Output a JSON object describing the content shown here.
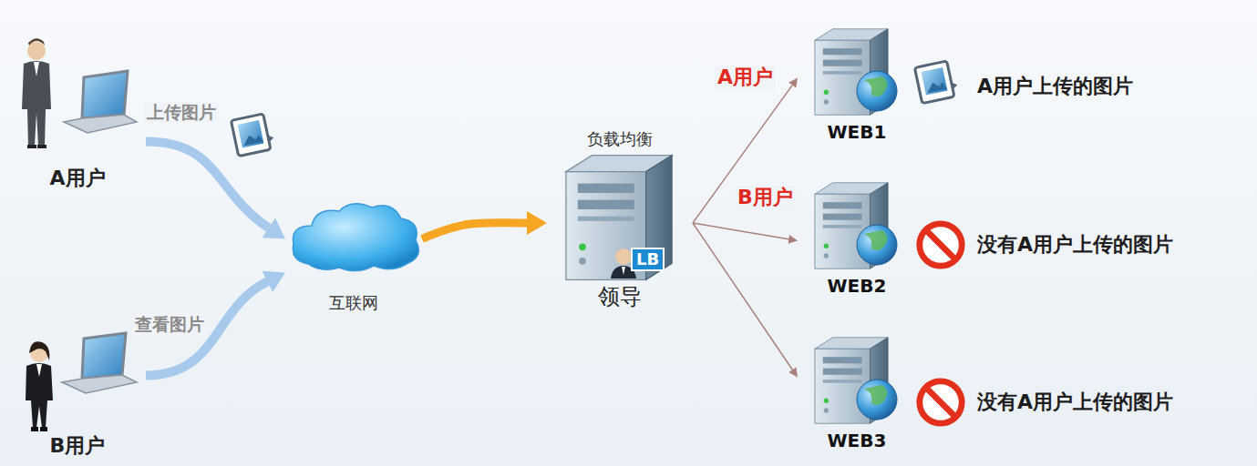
{
  "diagram": {
    "nodes": [
      {
        "text": [
          "A用户"
        ]
      },
      {
        "text": [
          "B用户"
        ]
      },
      {
        "text": [
          "互联网"
        ]
      },
      {
        "text": [
          "负载均衡",
          "领导",
          "LB"
        ]
      },
      {
        "text": [
          "WEB1"
        ]
      },
      {
        "text": [
          "WEB2"
        ]
      },
      {
        "text": [
          "WEB3"
        ]
      }
    ],
    "edges": [
      {
        "from": 0,
        "to": 2,
        "arrow": "to",
        "label": "上传图片"
      },
      {
        "from": 1,
        "to": 2,
        "arrow": "to",
        "label": "查看图片"
      },
      {
        "from": 2,
        "to": 3,
        "arrow": "to"
      },
      {
        "from": 3,
        "to": 4,
        "arrow": "to",
        "label": "A用户"
      },
      {
        "from": 3,
        "to": 5,
        "arrow": "to",
        "label": "B用户"
      },
      {
        "from": 3,
        "to": 6,
        "arrow": "to"
      }
    ],
    "labels": [
      "A用户上传的图片",
      "没有A用户上传的图片",
      "没有A用户上传的图片"
    ]
  }
}
